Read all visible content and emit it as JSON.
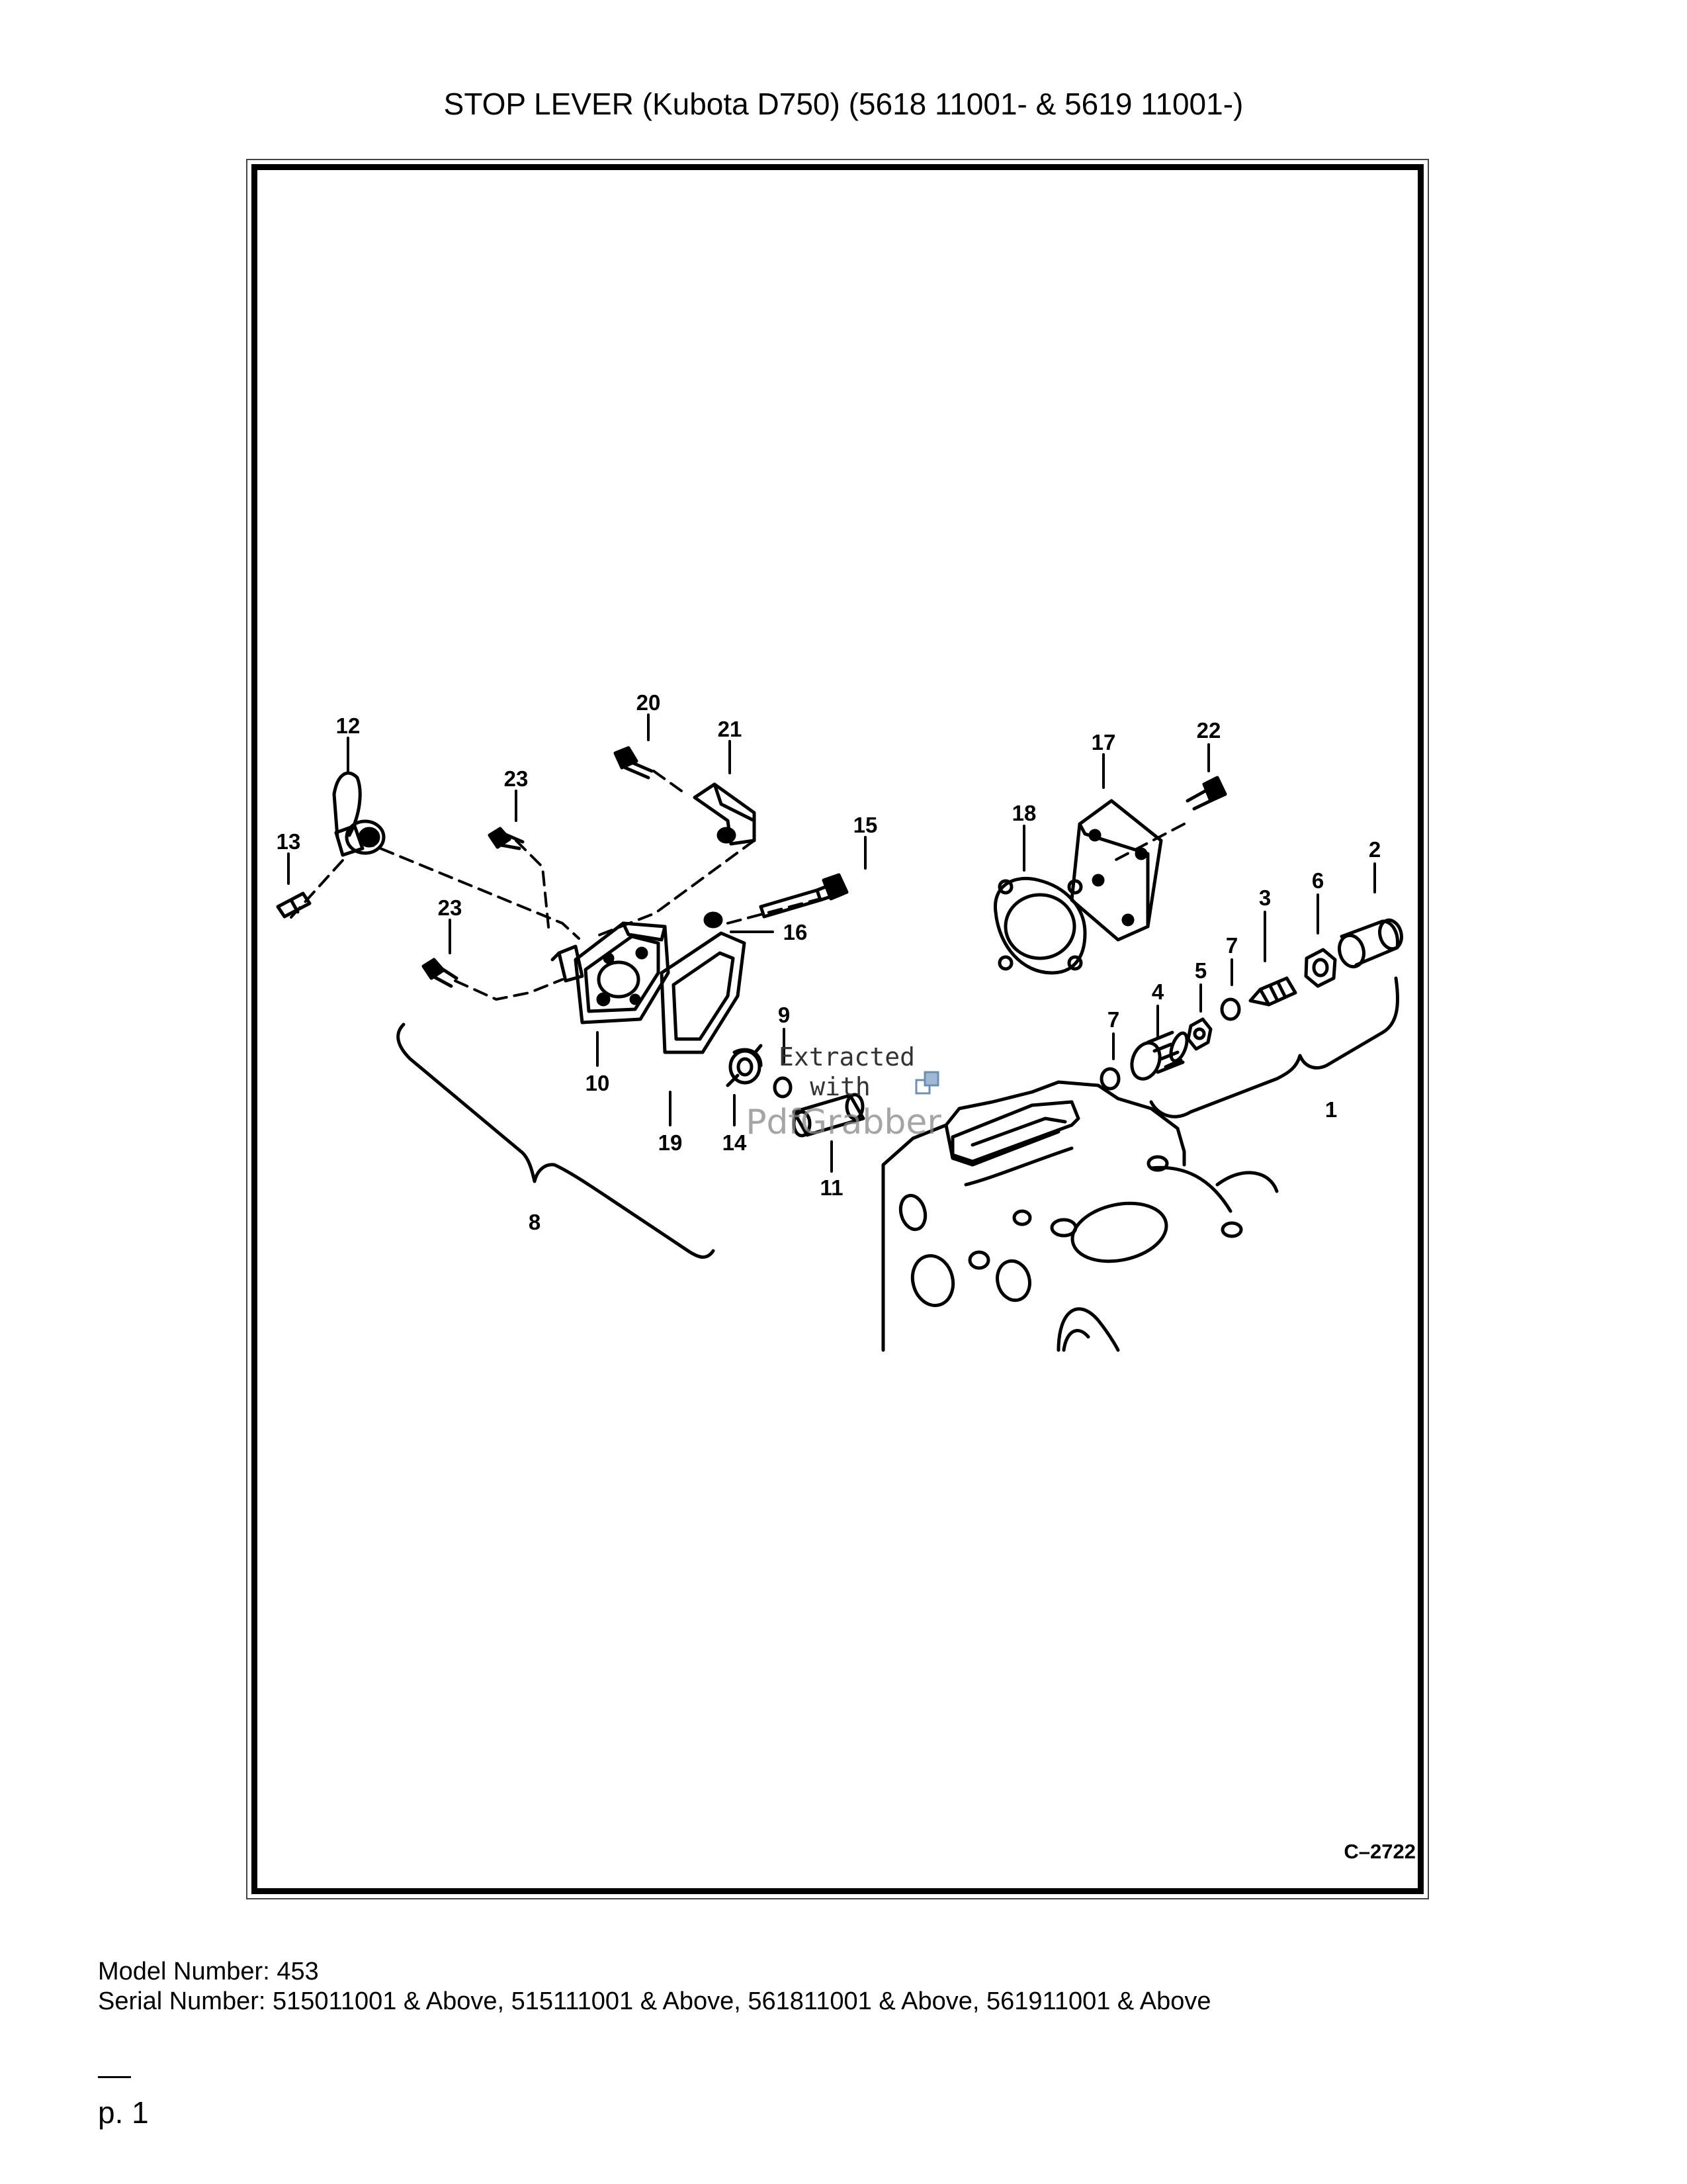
{
  "header": {
    "title": "STOP LEVER (Kubota D750) (5618 11001- & 5619 11001-)"
  },
  "diagram": {
    "callouts": {
      "c1": "1",
      "c2": "2",
      "c3": "3",
      "c4": "4",
      "c5": "5",
      "c6": "6",
      "c7a": "7",
      "c7b": "7",
      "c8": "8",
      "c9": "9",
      "c10": "10",
      "c11": "11",
      "c12": "12",
      "c13": "13",
      "c14": "14",
      "c15": "15",
      "c16": "16",
      "c17": "17",
      "c18": "18",
      "c19": "19",
      "c20": "20",
      "c21": "21",
      "c22": "22",
      "c23a": "23",
      "c23b": "23"
    },
    "figure_code": "C–2722",
    "watermark": {
      "line1": "Extracted",
      "line2": "with",
      "brand": "PdfGrabber"
    }
  },
  "footer": {
    "model_number": "Model Number: 453",
    "serial_number": "Serial Number: 515011001 & Above, 515111001 & Above, 561811001 & Above, 561911001 & Above",
    "page": "p. 1"
  }
}
